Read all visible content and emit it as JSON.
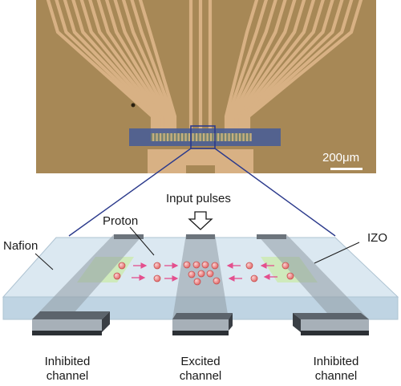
{
  "micrograph": {
    "scale_bar": "200μm"
  },
  "labels": {
    "input_pulses": "Input pulses",
    "proton": "Proton",
    "nafion": "Nafion",
    "izo": "IZO",
    "left_channel_1": "Inhibited",
    "left_channel_2": "channel",
    "center_channel_1": "Excited",
    "center_channel_2": "channel",
    "right_channel_1": "Inhibited",
    "right_channel_2": "channel"
  },
  "colors": {
    "substrate_gold": "#b0905e",
    "electrode_gold": "#d8b184",
    "active_region": "#4a5e96",
    "nafion_film": "#dbe8f1",
    "izo_green": "#cfeab8",
    "proton_red": "#e27373",
    "arrow_pink": "#e44f8e",
    "zoom_line": "#2b3a8c"
  }
}
